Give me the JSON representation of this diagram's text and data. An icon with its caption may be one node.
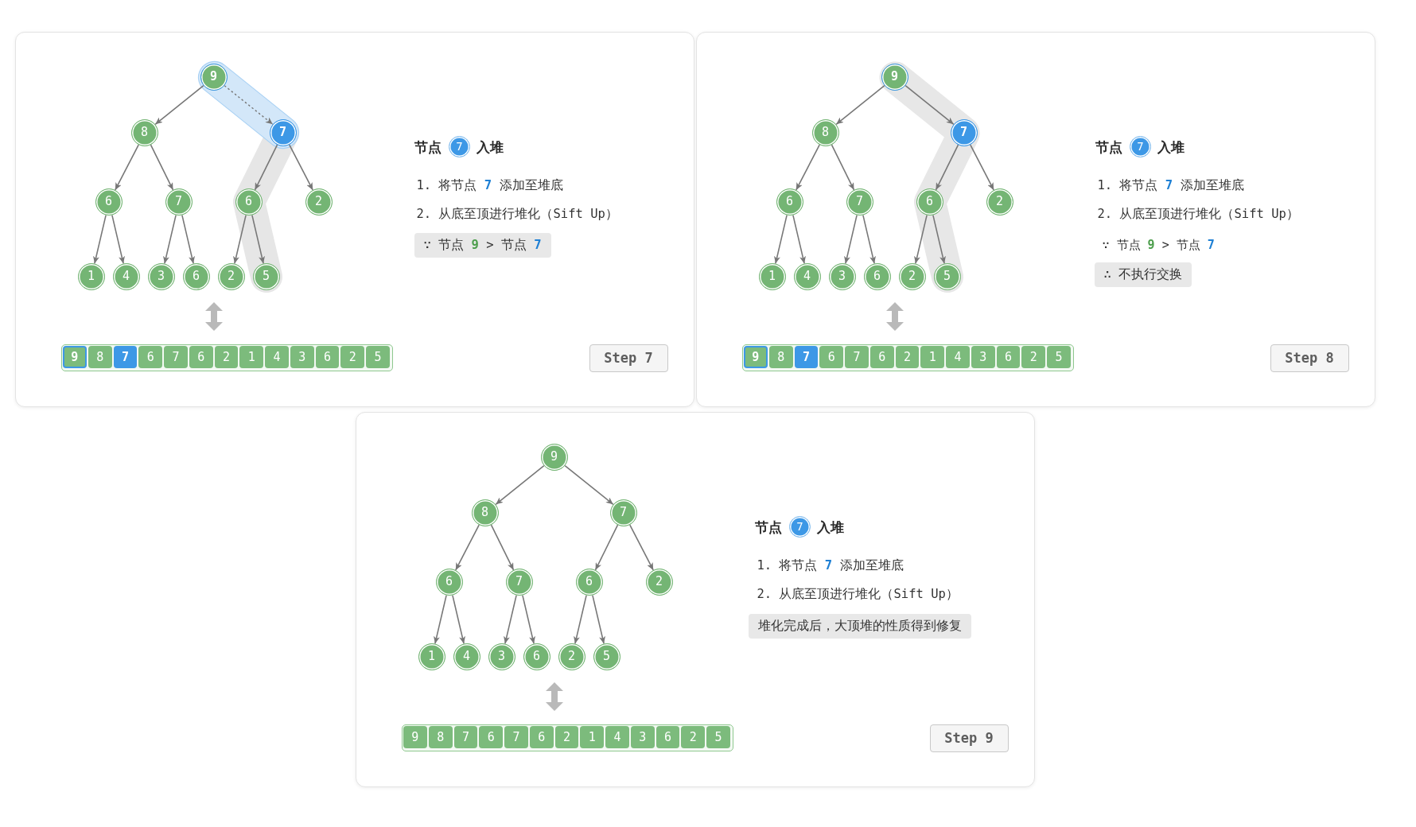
{
  "diagram": {
    "nodes": [
      {
        "text": [
          "节点",
          "入堆",
          "1. 将节点 **7** 添加至堆底",
          "2. 从底至顶进行堆化（Sift Up）"
        ]
      },
      {
        "text": [
          "9"
        ],
        "in": 0
      },
      {
        "text": [
          "8"
        ],
        "in": 0
      },
      {
        "text": [
          "7"
        ],
        "in": 0
      },
      {
        "text": [
          "6"
        ],
        "in": 0
      },
      {
        "text": [
          "7"
        ],
        "in": 0
      },
      {
        "text": [
          "6"
        ],
        "in": 0
      },
      {
        "text": [
          "2"
        ],
        "in": 0
      },
      {
        "text": [
          "1"
        ],
        "in": 0
      },
      {
        "text": [
          "4"
        ],
        "in": 0
      },
      {
        "text": [
          "3"
        ],
        "in": 0
      },
      {
        "text": [
          "6"
        ],
        "in": 0
      },
      {
        "text": [
          "2"
        ],
        "in": 0
      },
      {
        "text": [
          "5"
        ],
        "in": 0
      },
      {
        "text": [
          "7"
        ],
        "in": 0
      },
      {
        "text": [
          "∵ 节点 **9** > 节点 **7**"
        ],
        "in": 0
      },
      {
        "text": [],
        "shape": "box",
        "in": 0
      },
      {
        "text": [
          "9"
        ],
        "in": 16
      },
      {
        "text": [
          "8"
        ],
        "in": 16
      },
      {
        "text": [
          "7"
        ],
        "in": 16
      },
      {
        "text": [
          "6"
        ],
        "in": 16
      },
      {
        "text": [
          "7"
        ],
        "in": 16
      },
      {
        "text": [
          "6"
        ],
        "in": 16
      },
      {
        "text": [
          "2"
        ],
        "in": 16
      },
      {
        "text": [
          "1"
        ],
        "in": 16
      },
      {
        "text": [
          "4"
        ],
        "in": 16
      },
      {
        "text": [
          "3"
        ],
        "in": 16
      },
      {
        "text": [
          "6"
        ],
        "in": 16
      },
      {
        "text": [
          "2"
        ],
        "in": 16
      },
      {
        "text": [
          "5"
        ],
        "in": 16
      },
      {
        "text": [
          "Step 7"
        ],
        "in": 0
      },
      {
        "text": [
          "节点",
          "入堆",
          "1. 将节点 **7** 添加至堆底",
          "2. 从底至顶进行堆化（Sift Up）",
          "∵ 节点 **9** > 节点 **7**"
        ]
      },
      {
        "text": [
          "9"
        ],
        "in": 31
      },
      {
        "text": [
          "8"
        ],
        "in": 31
      },
      {
        "text": [
          "7"
        ],
        "in": 31
      },
      {
        "text": [
          "6"
        ],
        "in": 31
      },
      {
        "text": [
          "7"
        ],
        "in": 31
      },
      {
        "text": [
          "6"
        ],
        "in": 31
      },
      {
        "text": [
          "2"
        ],
        "in": 31
      },
      {
        "text": [
          "1"
        ],
        "in": 31
      },
      {
        "text": [
          "4"
        ],
        "in": 31
      },
      {
        "text": [
          "3"
        ],
        "in": 31
      },
      {
        "text": [
          "6"
        ],
        "in": 31
      },
      {
        "text": [
          "2"
        ],
        "in": 31
      },
      {
        "text": [
          "5"
        ],
        "in": 31
      },
      {
        "text": [
          "7"
        ],
        "in": 31
      },
      {
        "text": [
          "∴ 不执行交换"
        ],
        "in": 31
      },
      {
        "text": [],
        "shape": "box",
        "in": 31
      },
      {
        "text": [
          "9"
        ],
        "in": 47
      },
      {
        "text": [
          "8"
        ],
        "in": 47
      },
      {
        "text": [
          "7"
        ],
        "in": 47
      },
      {
        "text": [
          "6"
        ],
        "in": 47
      },
      {
        "text": [
          "7"
        ],
        "in": 47
      },
      {
        "text": [
          "6"
        ],
        "in": 47
      },
      {
        "text": [
          "2"
        ],
        "in": 47
      },
      {
        "text": [
          "1"
        ],
        "in": 47
      },
      {
        "text": [
          "4"
        ],
        "in": 47
      },
      {
        "text": [
          "3"
        ],
        "in": 47
      },
      {
        "text": [
          "6"
        ],
        "in": 47
      },
      {
        "text": [
          "2"
        ],
        "in": 47
      },
      {
        "text": [
          "5"
        ],
        "in": 47
      },
      {
        "text": [
          "Step 8"
        ],
        "in": 31
      },
      {
        "text": [
          "节点",
          "入堆",
          "1. 将节点 **7** 添加至堆底",
          "2. 从底至顶进行堆化（Sift Up）"
        ]
      },
      {
        "text": [
          "9"
        ],
        "in": 62
      },
      {
        "text": [
          "8"
        ],
        "in": 62
      },
      {
        "text": [
          "7"
        ],
        "in": 62
      },
      {
        "text": [
          "6"
        ],
        "in": 62
      },
      {
        "text": [
          "7"
        ],
        "in": 62
      },
      {
        "text": [
          "6"
        ],
        "in": 62
      },
      {
        "text": [
          "2"
        ],
        "in": 62
      },
      {
        "text": [
          "1"
        ],
        "in": 62
      },
      {
        "text": [
          "4"
        ],
        "in": 62
      },
      {
        "text": [
          "3"
        ],
        "in": 62
      },
      {
        "text": [
          "6"
        ],
        "in": 62
      },
      {
        "text": [
          "2"
        ],
        "in": 62
      },
      {
        "text": [
          "5"
        ],
        "in": 62
      },
      {
        "text": [
          "7"
        ],
        "in": 62
      },
      {
        "text": [
          "堆化完成后，大顶堆的性质得到修复"
        ],
        "in": 62
      },
      {
        "text": [],
        "shape": "box",
        "in": 62
      },
      {
        "text": [
          "9"
        ],
        "in": 78
      },
      {
        "text": [
          "8"
        ],
        "in": 78
      },
      {
        "text": [
          "7"
        ],
        "in": 78
      },
      {
        "text": [
          "6"
        ],
        "in": 78
      },
      {
        "text": [
          "7"
        ],
        "in": 78
      },
      {
        "text": [
          "6"
        ],
        "in": 78
      },
      {
        "text": [
          "2"
        ],
        "in": 78
      },
      {
        "text": [
          "1"
        ],
        "in": 78
      },
      {
        "text": [
          "4"
        ],
        "in": 78
      },
      {
        "text": [
          "3"
        ],
        "in": 78
      },
      {
        "text": [
          "6"
        ],
        "in": 78
      },
      {
        "text": [
          "2"
        ],
        "in": 78
      },
      {
        "text": [
          "5"
        ],
        "in": 78
      },
      {
        "text": [
          "Step 9"
        ],
        "in": 62
      }
    ],
    "edges": [
      {
        "from": 1,
        "to": 2,
        "arrow": "to"
      },
      {
        "from": 1,
        "to": 3,
        "arrow": "to",
        "style": "dashed"
      },
      {
        "from": 2,
        "to": 4,
        "arrow": "to"
      },
      {
        "from": 2,
        "to": 5,
        "arrow": "to"
      },
      {
        "from": 3,
        "to": 6,
        "arrow": "to"
      },
      {
        "from": 3,
        "to": 7,
        "arrow": "to"
      },
      {
        "from": 4,
        "to": 8,
        "arrow": "to"
      },
      {
        "from": 4,
        "to": 9,
        "arrow": "to"
      },
      {
        "from": 5,
        "to": 10,
        "arrow": "to"
      },
      {
        "from": 5,
        "to": 11,
        "arrow": "to"
      },
      {
        "from": 6,
        "to": 12,
        "arrow": "to"
      },
      {
        "from": 6,
        "to": 13,
        "arrow": "to"
      },
      {
        "from": 32,
        "to": 33,
        "arrow": "to"
      },
      {
        "from": 32,
        "to": 34,
        "arrow": "to"
      },
      {
        "from": 33,
        "to": 35,
        "arrow": "to"
      },
      {
        "from": 33,
        "to": 36,
        "arrow": "to"
      },
      {
        "from": 34,
        "to": 37,
        "arrow": "to"
      },
      {
        "from": 34,
        "to": 38,
        "arrow": "to"
      },
      {
        "from": 35,
        "to": 39,
        "arrow": "to"
      },
      {
        "from": 35,
        "to": 40,
        "arrow": "to"
      },
      {
        "from": 36,
        "to": 41,
        "arrow": "to"
      },
      {
        "from": 36,
        "to": 42,
        "arrow": "to"
      },
      {
        "from": 37,
        "to": 43,
        "arrow": "to"
      },
      {
        "from": 37,
        "to": 44,
        "arrow": "to"
      },
      {
        "from": 63,
        "to": 64,
        "arrow": "to"
      },
      {
        "from": 63,
        "to": 65,
        "arrow": "to"
      },
      {
        "from": 64,
        "to": 66,
        "arrow": "to"
      },
      {
        "from": 64,
        "to": 67,
        "arrow": "to"
      },
      {
        "from": 65,
        "to": 68,
        "arrow": "to"
      },
      {
        "from": 65,
        "to": 69,
        "arrow": "to"
      },
      {
        "from": 66,
        "to": 70,
        "arrow": "to"
      },
      {
        "from": 66,
        "to": 71,
        "arrow": "to"
      },
      {
        "from": 67,
        "to": 72,
        "arrow": "to"
      },
      {
        "from": 67,
        "to": 73,
        "arrow": "to"
      },
      {
        "from": 68,
        "to": 74,
        "arrow": "to"
      },
      {
        "from": 68,
        "to": 75,
        "arrow": "to"
      }
    ]
  }
}
